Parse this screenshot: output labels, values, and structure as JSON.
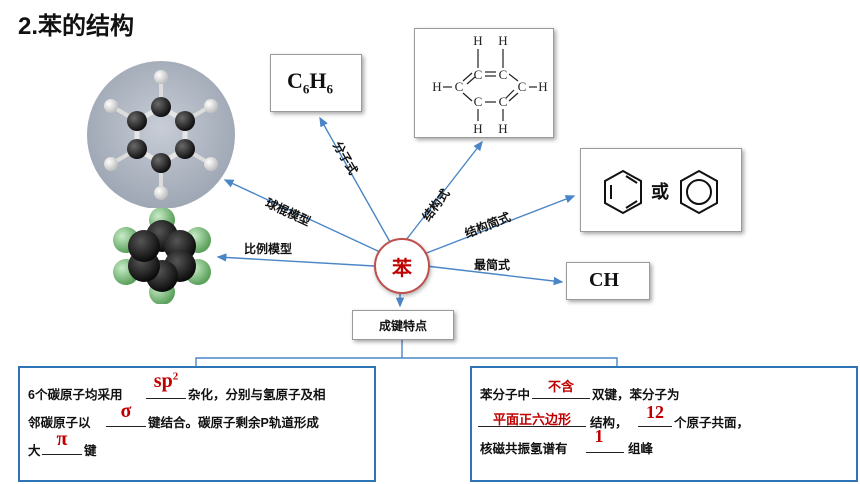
{
  "title": "2.苯的结构",
  "center": "苯",
  "nodes": {
    "molecular_formula": {
      "c": "C",
      "sub1": "6",
      "h": "H",
      "sub2": "6"
    },
    "structural_formula": {
      "h": "H",
      "c": "C",
      "bond": "=",
      "dash": "−"
    },
    "simple_formula": {
      "or": "或"
    },
    "empirical_formula": "CH",
    "bonding": "成键特点"
  },
  "branch_labels": {
    "ball_stick": "球棍模型",
    "molecular": "分子式",
    "structural": "结构式",
    "simplified": "结构简式",
    "empirical": "最简式",
    "space_filling": "比例模型"
  },
  "left_panel": {
    "l1a": "6个碳原子均采用",
    "l1_fill": "sp",
    "l1_sup": "2",
    "l1b": "杂化，分别与氢原子及相",
    "l2a": "邻碳原子以",
    "l2_fill": "σ",
    "l2b": "键结合。碳原子剩余P轨道形成",
    "l3a": "大",
    "l3_fill": "π",
    "l3b": "键"
  },
  "right_panel": {
    "l1a": "苯分子中",
    "l1_fill": "不含",
    "l1b": "双键，苯分子为",
    "l2_fill": "平面正六边形",
    "l2b": "结构，",
    "l2_fill2": "12",
    "l2c": "个原子共面，",
    "l3a": "核磁共振氢谱有",
    "l3_fill": "1",
    "l3b": "组峰"
  },
  "colors": {
    "accent_red": "#c00000",
    "arrow_blue": "#4a86c6",
    "panel_border": "#2e75b6"
  }
}
